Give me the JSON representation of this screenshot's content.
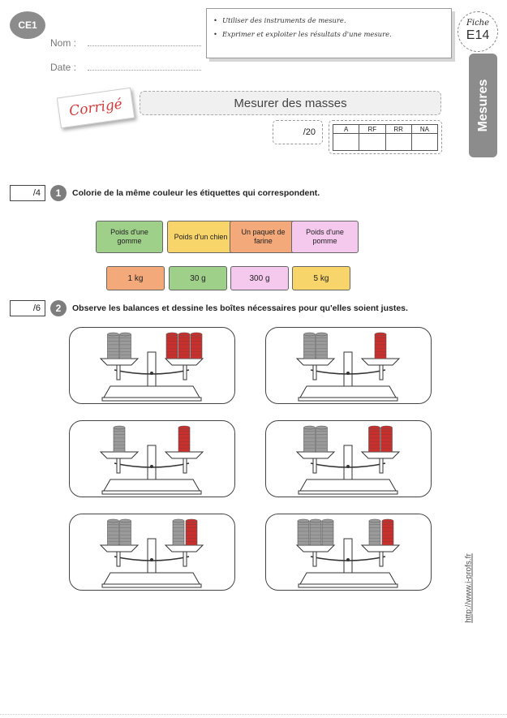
{
  "header": {
    "level": "CE1",
    "name_label": "Nom :",
    "date_label": "Date :",
    "objectives": [
      "Utiliser des instruments de mesure.",
      "Exprimer et exploiter les résultats d'une mesure."
    ],
    "fiche_label": "Fiche",
    "fiche_code": "E14",
    "category": "Mesures",
    "stamp": "Corrigé",
    "title": "Mesurer des masses",
    "total_score": "/20",
    "eval_headers": [
      "A",
      "RF",
      "RR",
      "NA"
    ]
  },
  "exercise1": {
    "score": "/4",
    "number": "1",
    "instruction": "Colorie de la même couleur les étiquettes qui correspondent.",
    "objects": [
      {
        "text": "Poids d'une gomme",
        "color": "#9fd08a"
      },
      {
        "text": "Poids d'un chien",
        "color": "#f7d56a"
      },
      {
        "text": "Un paquet de farine",
        "color": "#f3a97a"
      },
      {
        "text": "Poids d'une pomme",
        "color": "#f5c8ee"
      }
    ],
    "masses": [
      {
        "text": "1 kg",
        "color": "#f3a97a"
      },
      {
        "text": "30 g",
        "color": "#9fd08a"
      },
      {
        "text": "300 g",
        "color": "#f5c8ee"
      },
      {
        "text": "5 kg",
        "color": "#f7d56a"
      }
    ]
  },
  "exercise2": {
    "score": "/6",
    "number": "2",
    "instruction": "Observe les balances et dessine les boîtes nécessaires pour qu'elles soient justes.",
    "balances": [
      {
        "left_grey": 2,
        "left_red": 0,
        "right_grey": 0,
        "right_red": 3
      },
      {
        "left_grey": 2,
        "left_red": 0,
        "right_grey": 0,
        "right_red": 1
      },
      {
        "left_grey": 1,
        "left_red": 0,
        "right_grey": 0,
        "right_red": 1
      },
      {
        "left_grey": 2,
        "left_red": 0,
        "right_grey": 0,
        "right_red": 2
      },
      {
        "left_grey": 2,
        "left_red": 0,
        "right_grey": 1,
        "right_red": 1
      },
      {
        "left_grey": 3,
        "left_red": 0,
        "right_grey": 1,
        "right_red": 1
      }
    ]
  },
  "footer": {
    "url": "http://www.i-profs.fr"
  },
  "colors": {
    "grey_box": "#9a9a9a",
    "red_box": "#c8302e",
    "tab": "#8c8c8c"
  }
}
